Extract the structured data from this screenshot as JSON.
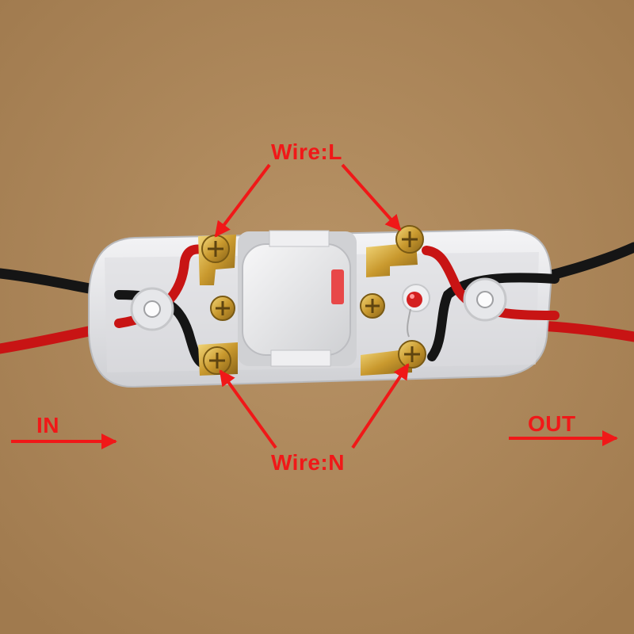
{
  "labels": {
    "wire_l": "Wire:L",
    "wire_n": "Wire:N",
    "in": "IN",
    "out": "OUT"
  },
  "colors": {
    "annotation_red": "#f01818",
    "background_cardboard": "#b08a5c",
    "switch_body": "#e8e8ea",
    "wire_red": "#c81414",
    "wire_black": "#151515",
    "terminal_brass": "#d2a93a"
  },
  "icons": [
    "arrow-icon",
    "screw-terminal-icon",
    "led-indicator-icon",
    "rocker-button-icon"
  ]
}
